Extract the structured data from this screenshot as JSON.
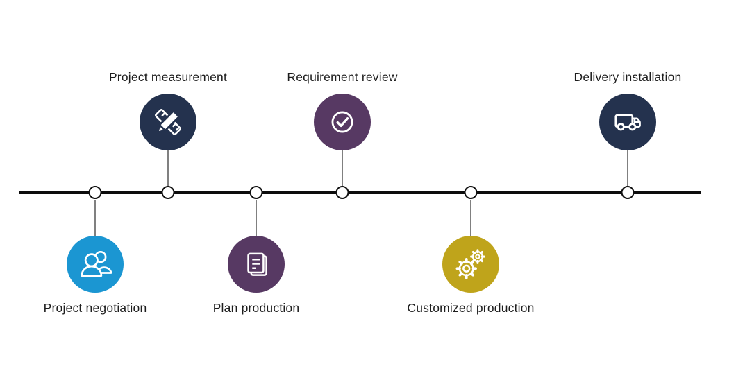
{
  "background": "#ffffff",
  "timeline": {
    "axis_color": "#0c0c0c",
    "node_fill": "#ffffff",
    "node_border": "#111111",
    "connector_color": "#808080"
  },
  "text_color": "#1d1d1d",
  "steps": [
    {
      "label": "Project negotiation",
      "icon": "people-icon",
      "color": "#1b96d2",
      "side": "below"
    },
    {
      "label": "Project measurement",
      "icon": "ruler-pencil-icon",
      "color": "#24324e",
      "side": "above"
    },
    {
      "label": "Plan production",
      "icon": "document-icon",
      "color": "#573963",
      "side": "below"
    },
    {
      "label": "Requirement review",
      "icon": "check-circle-icon",
      "color": "#573963",
      "side": "above"
    },
    {
      "label": "Customized production",
      "icon": "gears-icon",
      "color": "#bfa41b",
      "side": "below"
    },
    {
      "label": "Delivery installation",
      "icon": "truck-icon",
      "color": "#24324e",
      "side": "above"
    }
  ]
}
